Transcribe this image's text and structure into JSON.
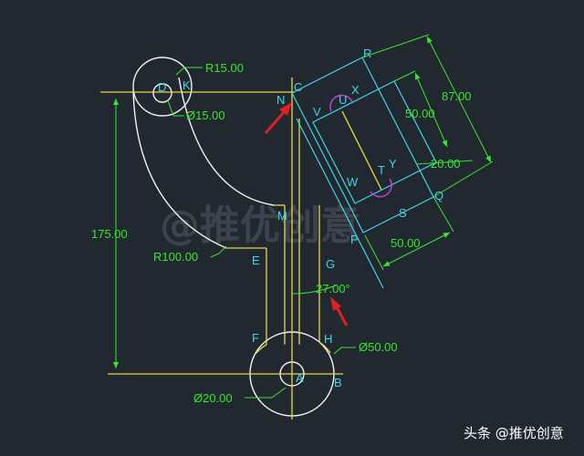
{
  "colors": {
    "background": "#212830",
    "profile": "#f2f2f2",
    "construction": "#e8d84a",
    "cyan": "#3fd7e8",
    "dimension": "#38e62f",
    "magenta": "#c83cd6",
    "arrow": "#e02020"
  },
  "points": {
    "A": "A",
    "B": "B",
    "C": "C",
    "D": "D",
    "E": "E",
    "F": "F",
    "G": "G",
    "H": "H",
    "K": "K",
    "M": "M",
    "N": "N",
    "P": "P",
    "Q": "Q",
    "R": "R",
    "S": "S",
    "T": "T",
    "U": "U",
    "V": "V",
    "W": "W",
    "X": "X",
    "Y": "Y"
  },
  "dimensions": {
    "r15": "R15.00",
    "d15": "Ø15.00",
    "r100": "R100.00",
    "h175": "175.00",
    "d50": "Ø50.00",
    "d20": "Ø20.00",
    "angle": "27.00°",
    "l87": "87.00",
    "l50a": "50.00",
    "l20": "20.00",
    "l50b": "50.00"
  },
  "watermark": "@推优创意",
  "credit": "头条 @推优创意"
}
